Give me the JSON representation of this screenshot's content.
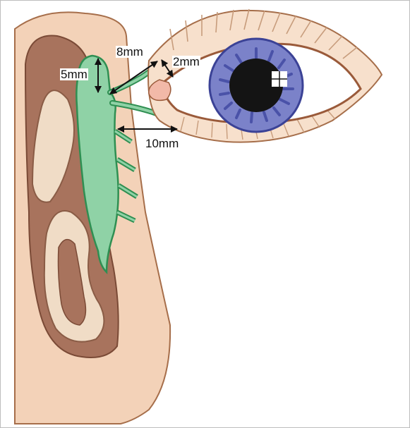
{
  "figure": {
    "labels": {
      "vertical": "5mm",
      "diagonal": "8mm",
      "upper": "2mm",
      "horizontal": "10mm"
    }
  },
  "colors": {
    "skin": "#f3d2b8",
    "skin_outline": "#a66e4a",
    "cavity": "#a8735d",
    "cavity_light": "#f0dcc6",
    "lacrimal_fill": "#8fd2a6",
    "lacrimal_outline": "#2f8f52",
    "iris": "#7b82c9",
    "iris_outline": "#3b4296",
    "pupil": "#141414",
    "eyelid_line": "#9a5a3a",
    "arrow": "#111111"
  },
  "icons": [
    "nose-cross-section",
    "lacrimal-drainage-system",
    "eye"
  ]
}
